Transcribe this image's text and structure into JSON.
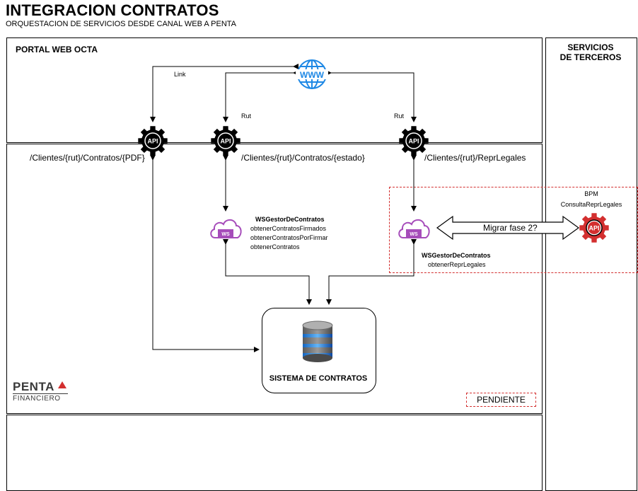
{
  "header": {
    "title": "INTEGRACION CONTRATOS",
    "subtitle": "ORQUESTACION DE SERVICIOS DESDE CANAL WEB A PENTA"
  },
  "lanes": {
    "portal": "PORTAL WEB OCTA",
    "third_party_line1": "SERVICIOS",
    "third_party_line2": "DE TERCEROS"
  },
  "edges": {
    "link": "Link",
    "rut_left": "Rut",
    "rut_right": "Rut",
    "migrate": "Migrar fase 2?"
  },
  "apis": {
    "icon_text": "API",
    "pdf_path": "/Clientes/{rut}/Contratos/{PDF}",
    "estado_path": "/Clientes/{rut}/Contratos/{estado}",
    "repr_path": "/Clientes/{rut}/ReprLegales"
  },
  "ws_left": {
    "icon_text": "WS",
    "name": "WSGestorDeContratos",
    "ops": [
      "obtenerContratosFirmados",
      "obtenerContratosPorFirmar",
      "obtenerContratos"
    ]
  },
  "ws_right": {
    "icon_text": "WS",
    "name": "WSGestorDeContratos",
    "ops": [
      "obtenerReprLegales"
    ]
  },
  "bpm": {
    "line1": "BPM",
    "line2": "ConsultaReprLegales",
    "icon_text": "API"
  },
  "database": {
    "label": "SISTEMA DE CONTRATOS"
  },
  "logo": {
    "main": "PENTA",
    "sub": "FINANCIERO"
  },
  "legend": {
    "pending": "PENDIENTE"
  },
  "colors": {
    "ws_purple": "#a64dba",
    "api_red": "#d32f2f",
    "globe_blue": "#1e88e5",
    "dashed_red": "#d32f2f"
  }
}
